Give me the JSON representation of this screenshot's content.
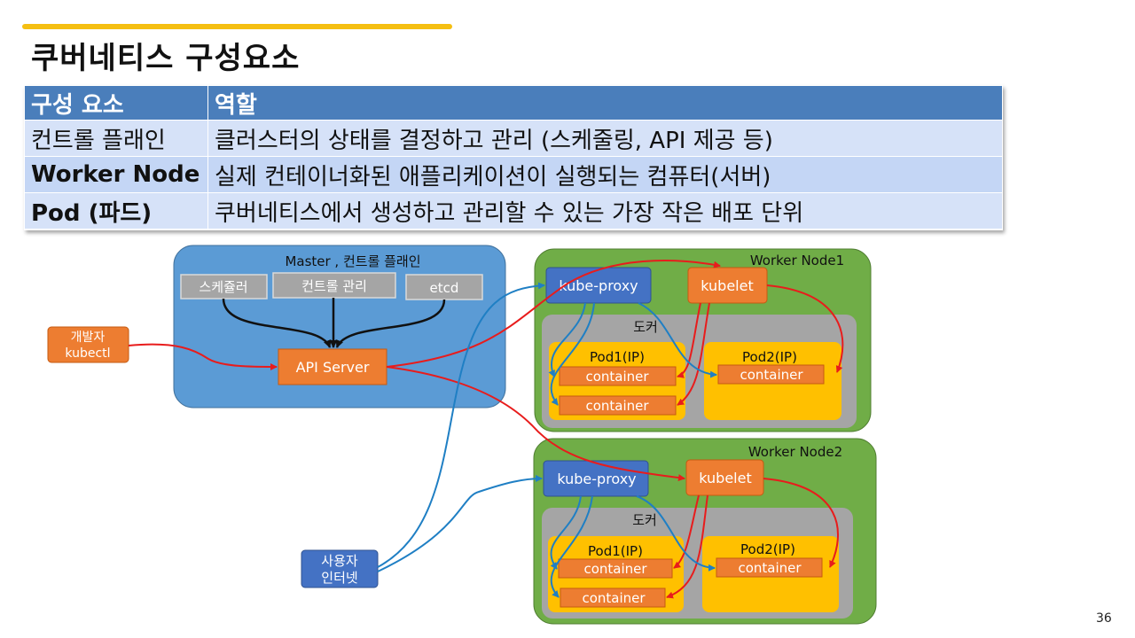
{
  "title": "쿠버네티스 구성요소",
  "table": {
    "header": [
      "구성 요소",
      "역할"
    ],
    "rows": [
      [
        "컨트롤 플래인",
        "클러스터의 상태를 결정하고 관리 (스케줄링, API 제공 등)"
      ],
      [
        "Worker Node",
        "실제 컨테이너화된 애플리케이션이 실행되는 컴퓨터(서버)"
      ],
      [
        "Pod (파드)",
        "쿠버네티스에서 생성하고 관리할 수 있는 가장 작은 배포 단위"
      ]
    ]
  },
  "diagram": {
    "master": {
      "label": "Master , 컨트롤 플래인",
      "components": [
        "스케쥴러",
        "컨트롤 관리",
        "etcd"
      ],
      "api_server": "API Server"
    },
    "developer": {
      "line1": "개발자",
      "line2": "kubectl"
    },
    "user": {
      "line1": "사용자",
      "line2": "인터넷"
    },
    "nodes": [
      {
        "label": "Worker Node1",
        "proxy": "kube-proxy",
        "kubelet": "kubelet",
        "docker": "도커",
        "pod1": "Pod1(IP)",
        "pod2": "Pod2(IP)",
        "container": "container"
      },
      {
        "label": "Worker Node2",
        "proxy": "kube-proxy",
        "kubelet": "kubelet",
        "docker": "도커",
        "pod1": "Pod1(IP)",
        "pod2": "Pod2(IP)",
        "container": "container"
      }
    ],
    "colors": {
      "master_bg": "#5b9bd5",
      "node_bg": "#70ad47",
      "docker_bg": "#a5a5a5",
      "pod_bg": "#ffc000",
      "orange": "#ed7d31",
      "blue_box": "#4472c4",
      "gray_box": "#a5a5a5",
      "red_arrow": "#e81c1c",
      "blue_arrow": "#1f7fc4"
    }
  },
  "page_number": "36"
}
